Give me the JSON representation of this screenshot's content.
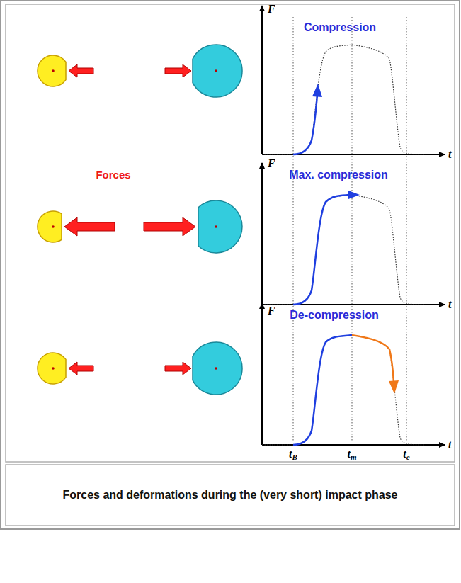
{
  "diagram": {
    "caption": "Forces and deformations during the (very short) impact phase",
    "labels": [
      "F",
      "Compression",
      "t",
      "Forces",
      "F",
      "Max. compression",
      "t",
      "F",
      "De-compression",
      "t",
      "tB",
      "tm",
      "te"
    ]
  }
}
